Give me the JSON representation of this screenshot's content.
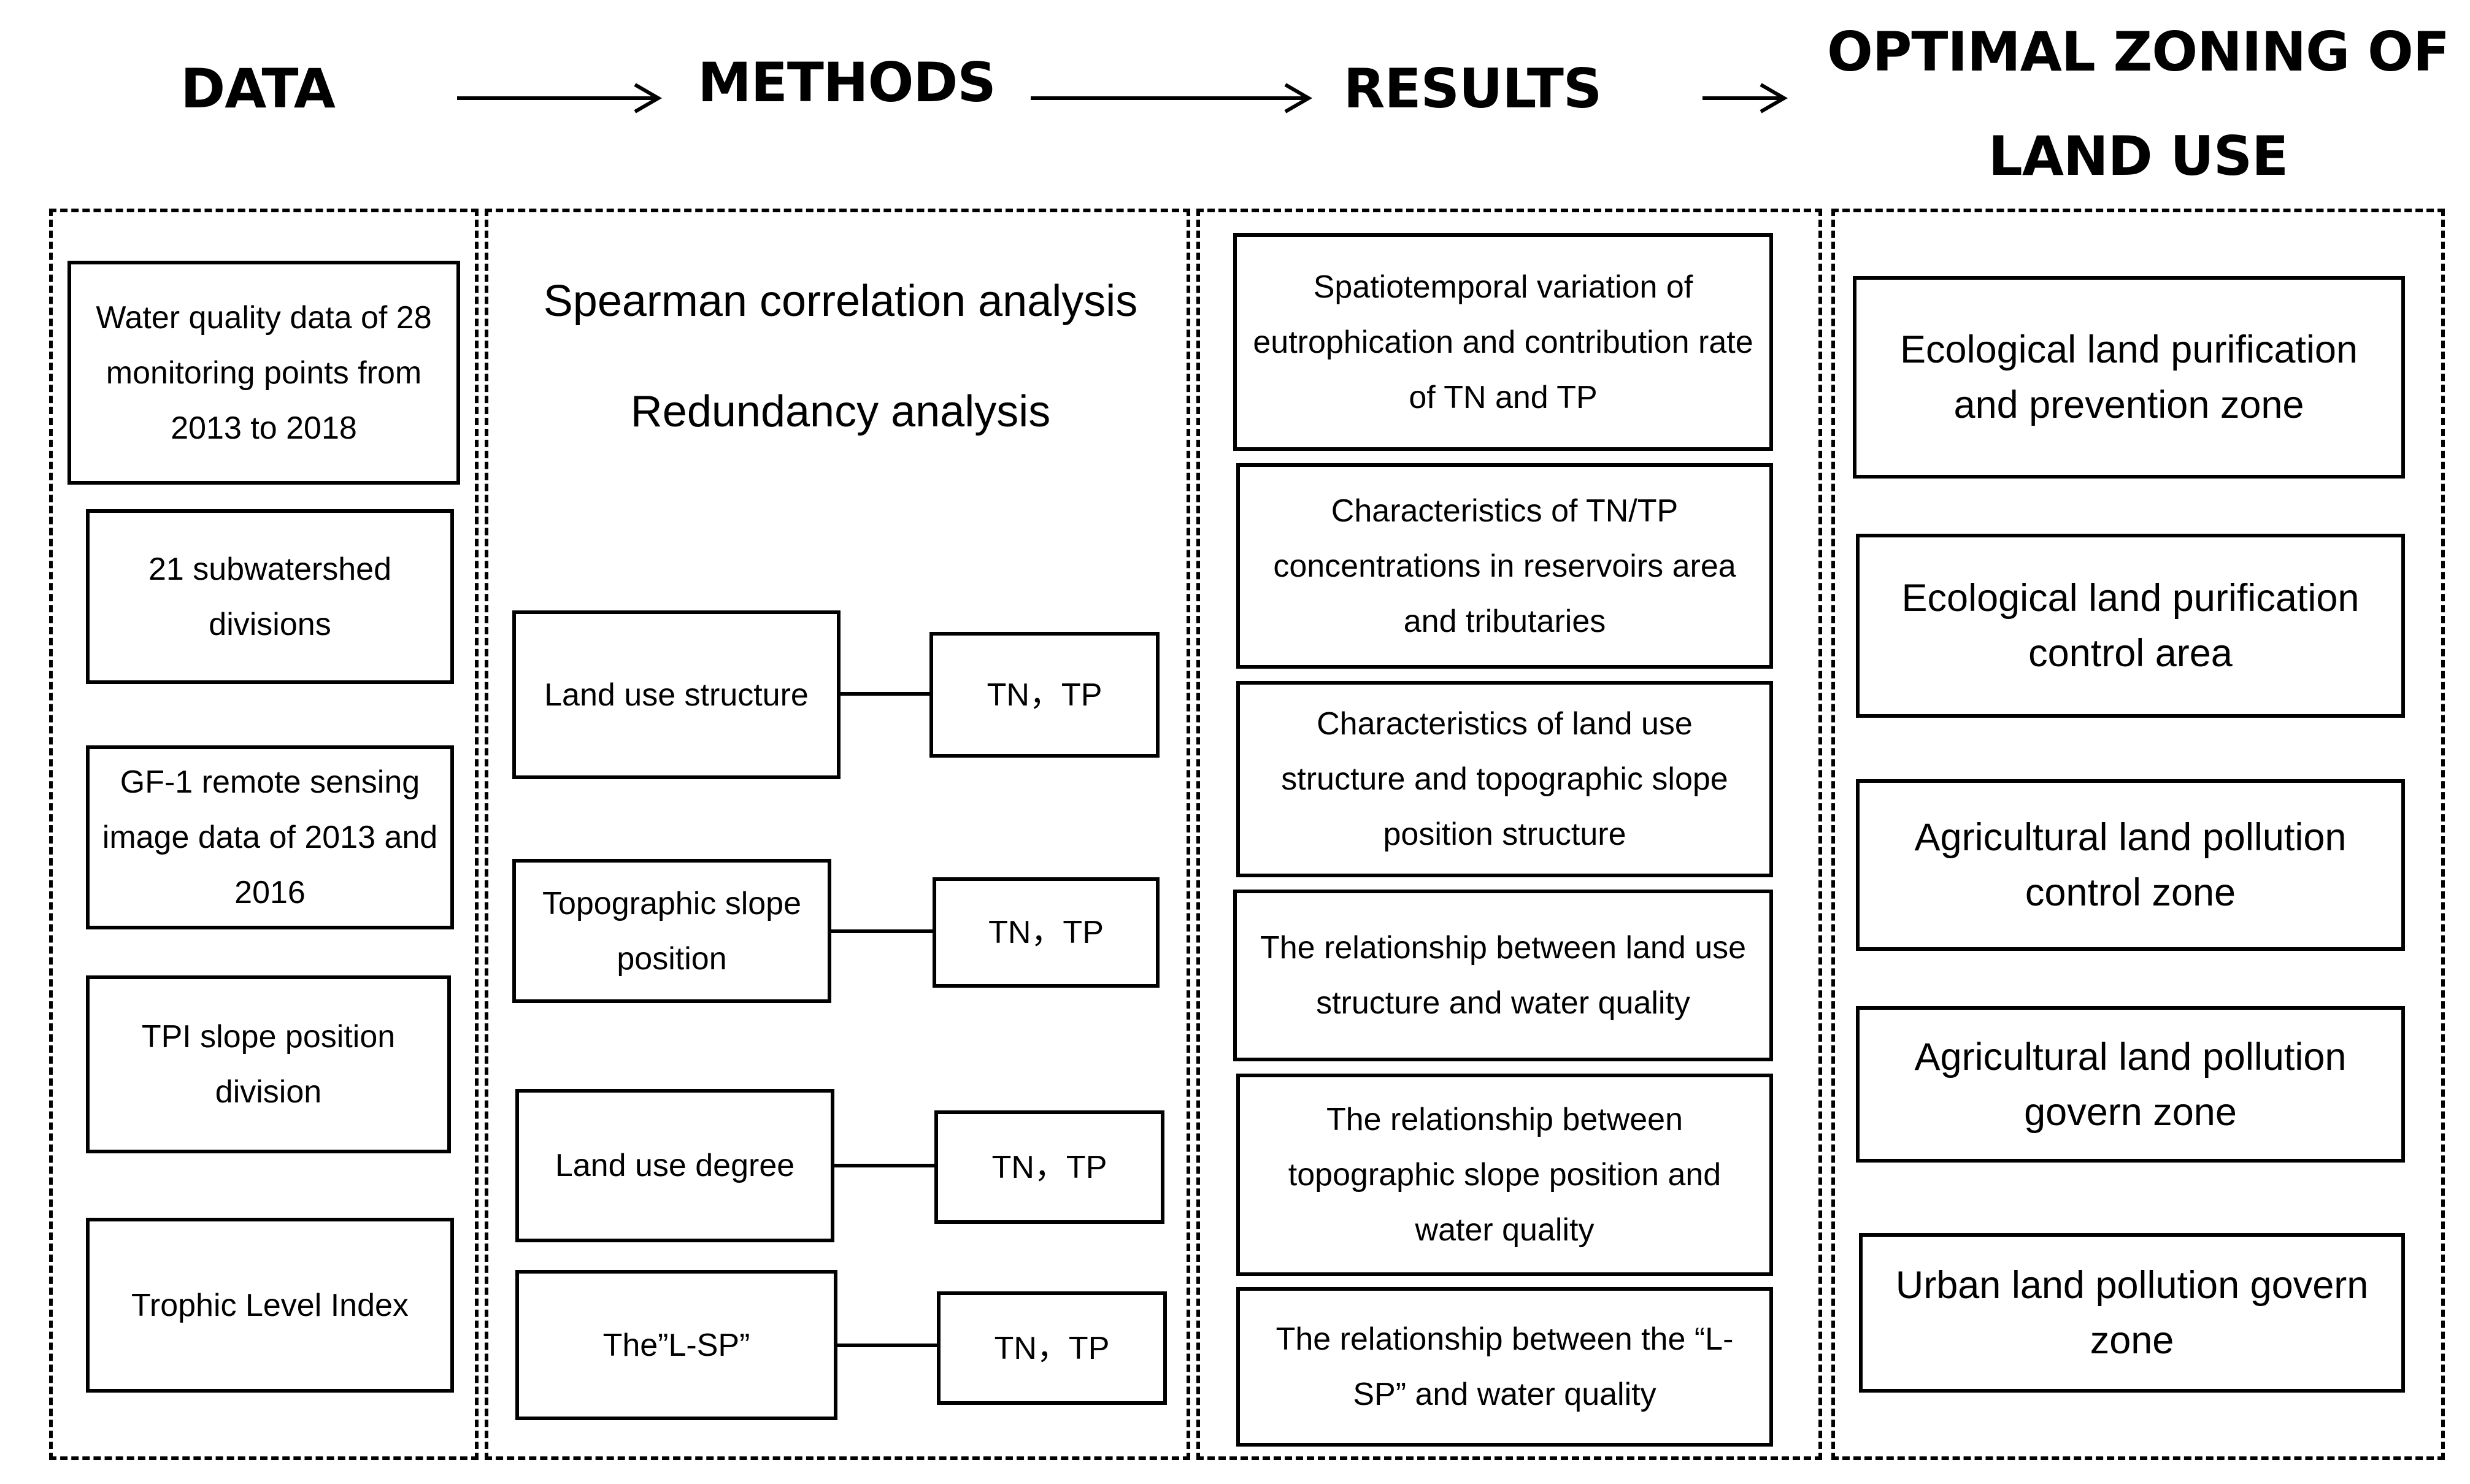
{
  "headers": {
    "data": "DATA",
    "methods": "METHODS",
    "results": "RESULTS",
    "zoning_line1": "OPTIMAL ZONING OF",
    "zoning_line2": "LAND USE"
  },
  "data_column": {
    "items": [
      "Water quality data of 28 monitoring points from 2013 to 2018",
      "21 subwatershed divisions",
      "GF-1 remote sensing image data of 2013 and 2016",
      "TPI slope position division",
      "Trophic Level Index"
    ]
  },
  "methods_column": {
    "analysis_1": "Spearman correlation analysis",
    "analysis_2": "Redundancy analysis",
    "factors": [
      {
        "label": "Land use structure",
        "target": "TN，TP"
      },
      {
        "label": "Topographic slope position",
        "target": "TN，TP"
      },
      {
        "label": "Land use degree",
        "target": "TN，TP"
      },
      {
        "label": "The”L-SP”",
        "target": "TN，TP"
      }
    ]
  },
  "results_column": {
    "items": [
      "Spatiotemporal variation of eutrophication and contribution rate of TN and TP",
      "Characteristics of TN/TP concentrations in reservoirs area and tributaries",
      "Characteristics of land use structure and topographic slope position structure",
      "The relationship between land use structure and water quality",
      "The relationship between topographic slope position and water quality",
      "The relationship between the “L-SP” and water quality"
    ]
  },
  "zoning_column": {
    "items": [
      "Ecological land purification and prevention zone",
      "Ecological land purification control area",
      "Agricultural land pollution control zone",
      "Agricultural land pollution govern zone",
      "Urban land pollution govern zone"
    ]
  }
}
